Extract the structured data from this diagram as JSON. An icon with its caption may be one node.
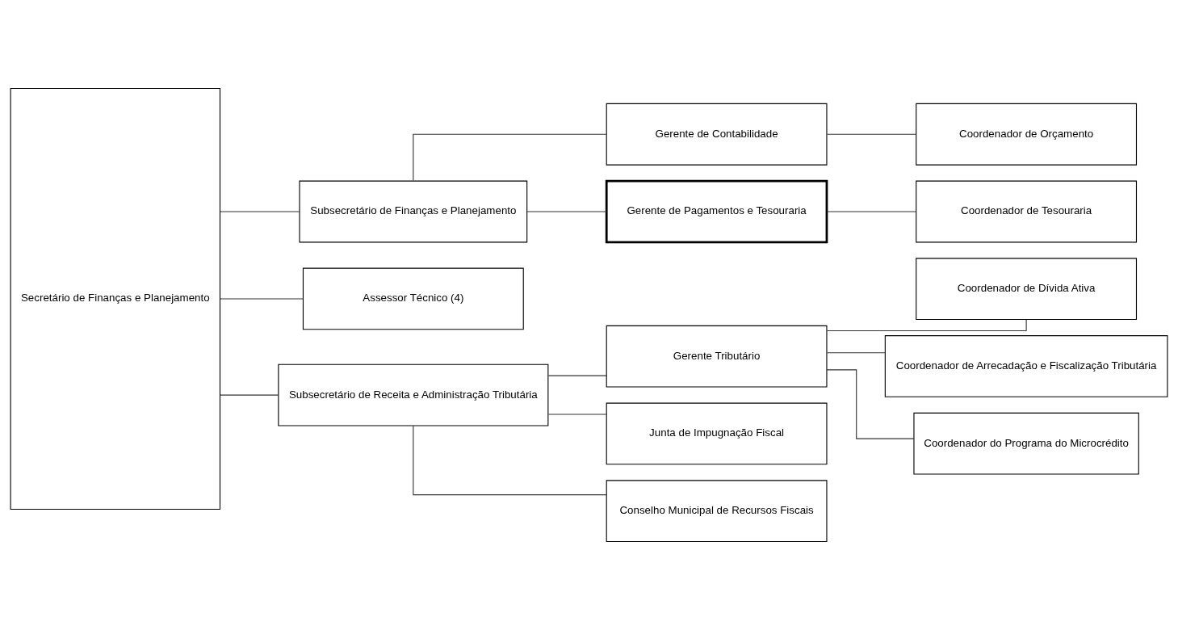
{
  "diagram": {
    "nodes": [
      {
        "text": [
          "Secretário de Finanças e Planejamento"
        ]
      },
      {
        "text": [
          "Subsecretário de Finanças e Planejamento"
        ]
      },
      {
        "text": [
          "Assessor Técnico (4)"
        ]
      },
      {
        "text": [
          "Subsecretário de Receita e Administração Tributária"
        ]
      },
      {
        "text": [
          "Gerente de Contabilidade"
        ]
      },
      {
        "text": [
          "Gerente de Pagamentos e Tesouraria"
        ]
      },
      {
        "text": [
          "Gerente Tributário"
        ]
      },
      {
        "text": [
          "Junta de Impugnação Fiscal"
        ]
      },
      {
        "text": [
          "Conselho Municipal de Recursos Fiscais"
        ]
      },
      {
        "text": [
          "Coordenador de Orçamento"
        ]
      },
      {
        "text": [
          "Coordenador de Tesouraria"
        ]
      },
      {
        "text": [
          "Coordenador de Dívida Ativa"
        ]
      },
      {
        "text": [
          "Coordenador de Arrecadação e Fiscalização Tributária"
        ]
      },
      {
        "text": [
          "Coordenador do Programa do Microcrédito"
        ]
      }
    ],
    "edges": [
      {
        "from": 0,
        "to": 1,
        "arrow": "none"
      },
      {
        "from": 0,
        "to": 2,
        "arrow": "none"
      },
      {
        "from": 0,
        "to": 3,
        "arrow": "none"
      },
      {
        "from": 1,
        "to": 4,
        "arrow": "none"
      },
      {
        "from": 1,
        "to": 5,
        "arrow": "none"
      },
      {
        "from": 3,
        "to": 6,
        "arrow": "none"
      },
      {
        "from": 3,
        "to": 7,
        "arrow": "none"
      },
      {
        "from": 3,
        "to": 8,
        "arrow": "none"
      },
      {
        "from": 4,
        "to": 9,
        "arrow": "none"
      },
      {
        "from": 5,
        "to": 10,
        "arrow": "none"
      },
      {
        "from": 6,
        "to": 11,
        "arrow": "none"
      },
      {
        "from": 6,
        "to": 12,
        "arrow": "none"
      },
      {
        "from": 6,
        "to": 13,
        "arrow": "none"
      }
    ]
  }
}
